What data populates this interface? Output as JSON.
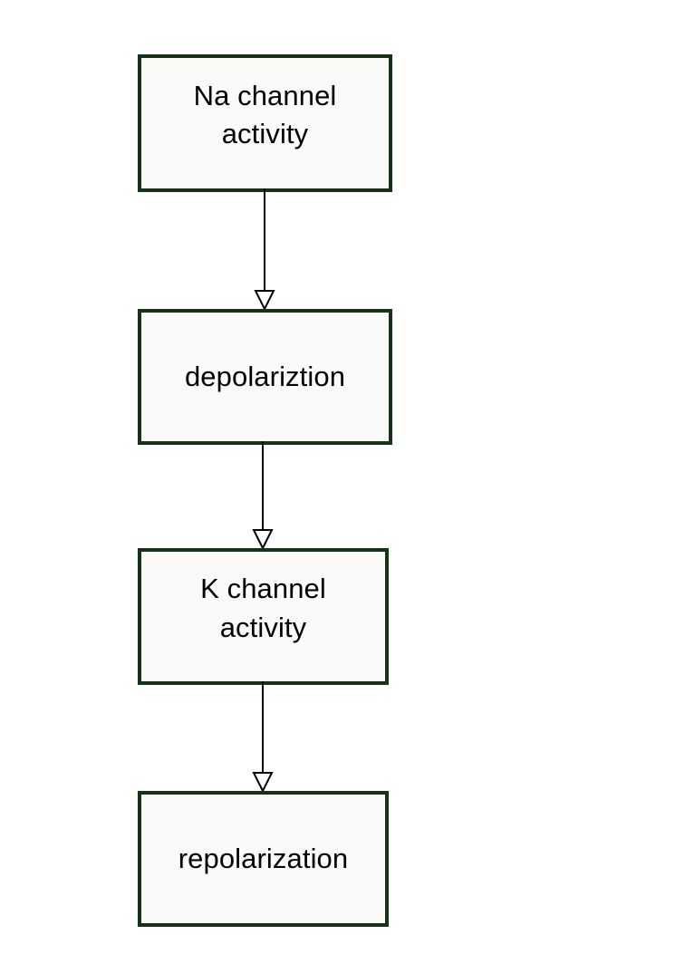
{
  "diagram": {
    "type": "flowchart",
    "orientation": "vertical",
    "title": "",
    "colors": {
      "node_border": "#163317",
      "node_fill": "#fafaf8",
      "text": "#000000",
      "connector": "#000000",
      "arrowhead_fill": "#ffffff",
      "background": "#ffffff"
    },
    "nodes": [
      {
        "id": "na-channel-activity",
        "label": "Na channel\nactivity",
        "shape": "rectangle"
      },
      {
        "id": "depolariztion",
        "label": "depolariztion",
        "shape": "rectangle"
      },
      {
        "id": "k-channel-activity",
        "label": "K channel\nactivity",
        "shape": "rectangle"
      },
      {
        "id": "repolarization",
        "label": "repolarization",
        "shape": "rectangle"
      }
    ],
    "edges": [
      {
        "id": "edge-1",
        "from": "na-channel-activity",
        "to": "depolariztion",
        "label": "",
        "arrowhead": "open-triangle",
        "direction": "down"
      },
      {
        "id": "edge-2",
        "from": "depolariztion",
        "to": "k-channel-activity",
        "label": "",
        "arrowhead": "open-triangle",
        "direction": "down"
      },
      {
        "id": "edge-3",
        "from": "k-channel-activity",
        "to": "repolarization",
        "label": "",
        "arrowhead": "open-triangle",
        "direction": "down"
      }
    ]
  }
}
